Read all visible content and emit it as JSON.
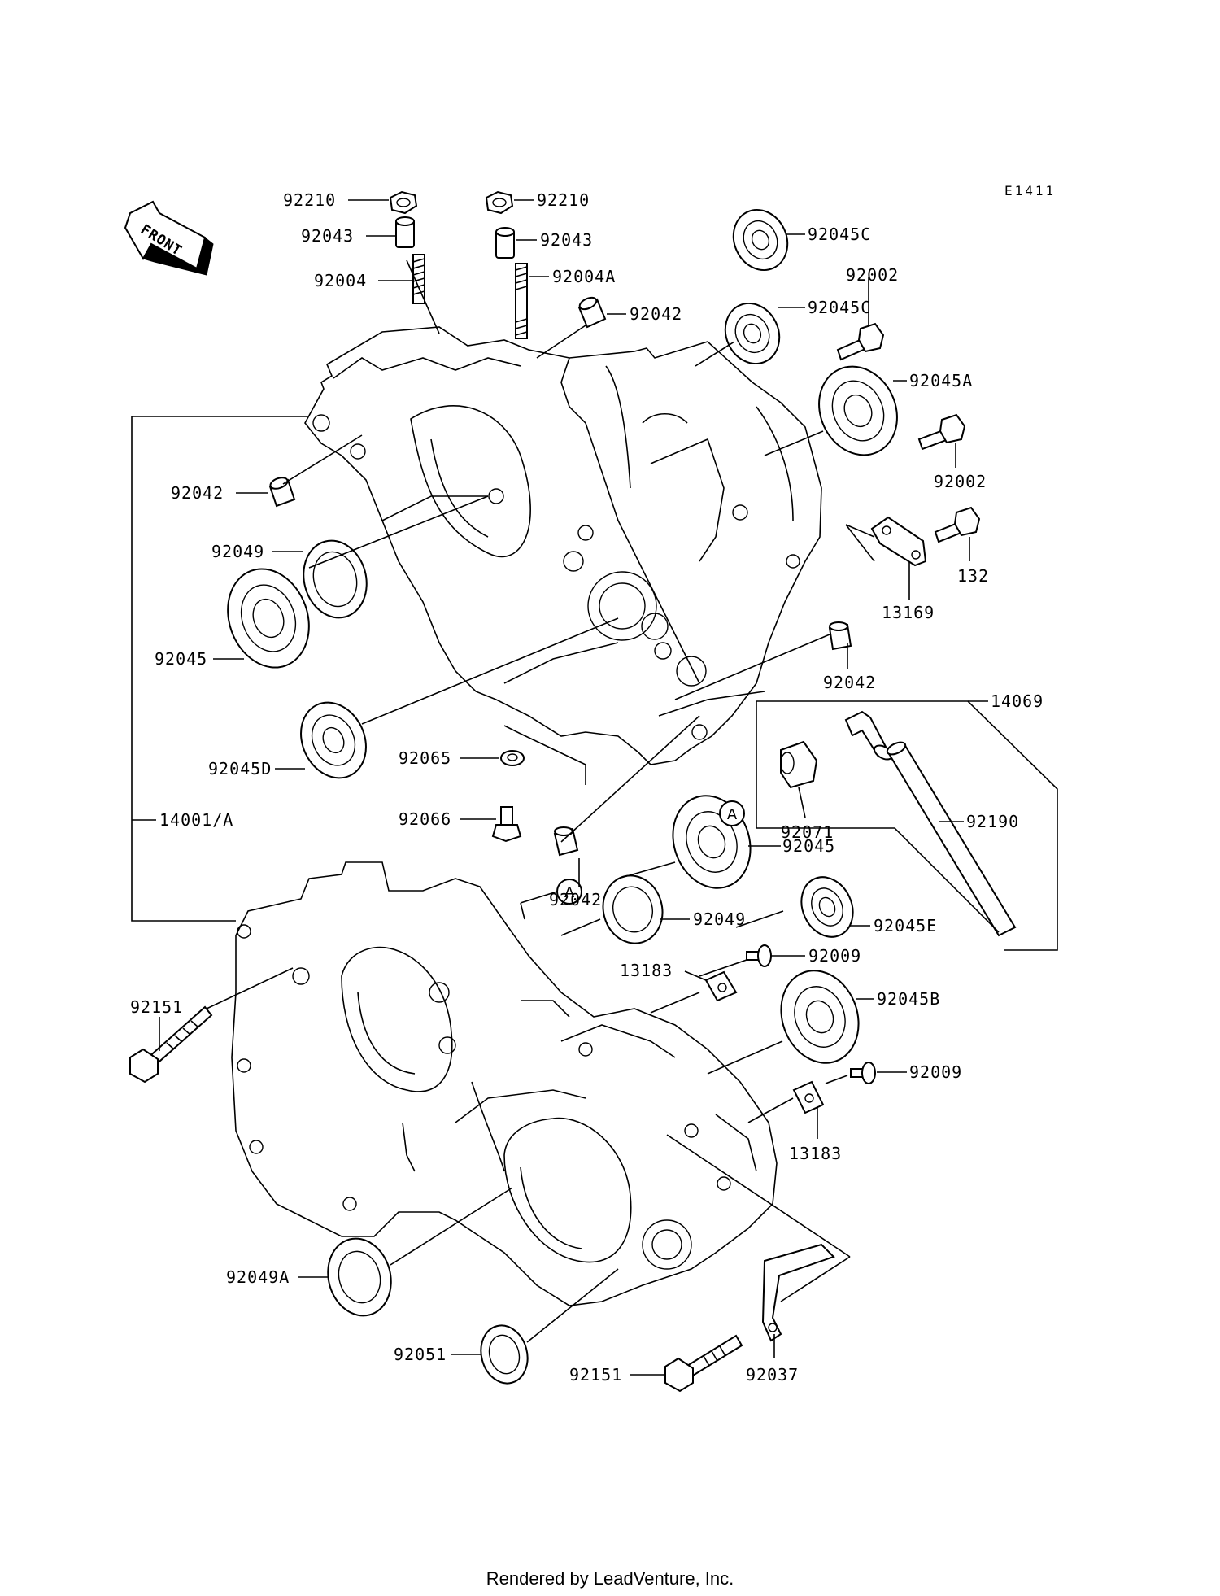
{
  "diagram_code": "E1411",
  "front_label": "FRONT",
  "callout_marker": "A",
  "footer": "Rendered by LeadVenture, Inc.",
  "parts": {
    "p92210a": "92210",
    "p92210b": "92210",
    "p92043a": "92043",
    "p92043b": "92043",
    "p92004": "92004",
    "p92004A": "92004A",
    "p92042top": "92042",
    "p92045Ctop": "92045C",
    "p92045Cmid": "92045C",
    "p92002a": "92002",
    "p92045A": "92045A",
    "p92002b": "92002",
    "p92042left": "92042",
    "p92049": "92049",
    "p13169": "13169",
    "p132": "132",
    "p92045": "92045",
    "p92042right": "92042",
    "p14069": "14069",
    "p92045D": "92045D",
    "p92065": "92065",
    "p92066": "92066",
    "p92042mid": "92042",
    "p92071": "92071",
    "p92190": "92190",
    "p14001A": "14001/A",
    "p92045low": "92045",
    "p92049low": "92049",
    "p92045E": "92045E",
    "p92009a": "92009",
    "p13183a": "13183",
    "p92151left": "92151",
    "p92045B": "92045B",
    "p92009b": "92009",
    "p13183b": "13183",
    "p92049A": "92049A",
    "p92051": "92051",
    "p92151bottom": "92151",
    "p92037": "92037"
  }
}
